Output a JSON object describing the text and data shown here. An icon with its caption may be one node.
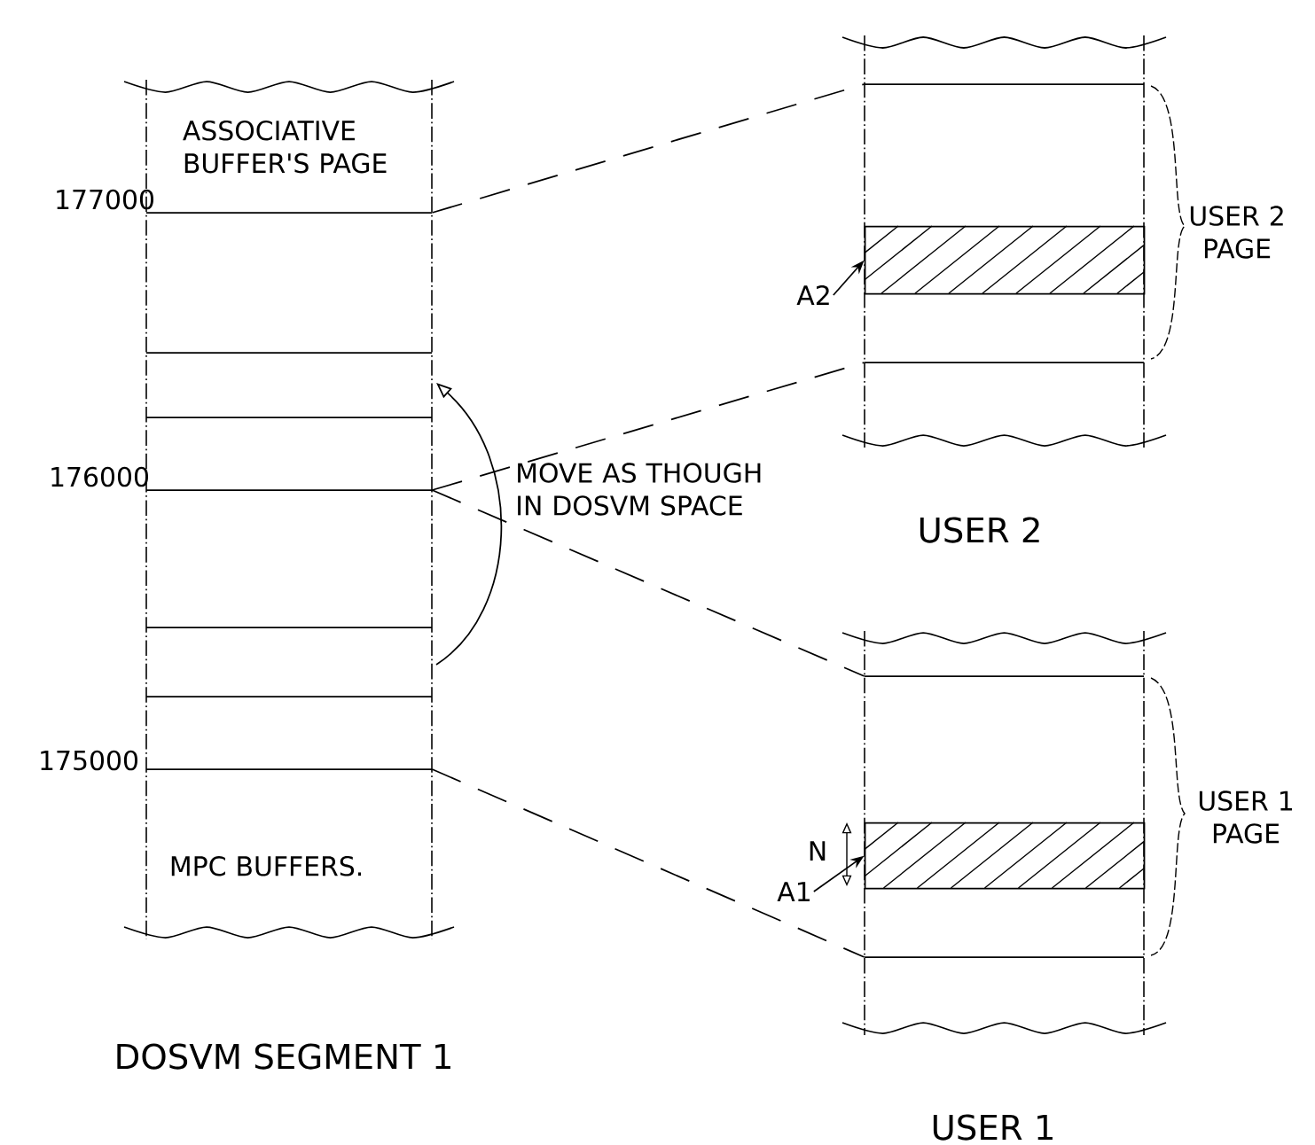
{
  "diagram": {
    "nodes": [
      {
        "text": [
          "DOSVM SEGMENT 1"
        ]
      },
      {
        "text": [
          "ASSOCIATIVE BUFFER'S PAGE"
        ],
        "in": 0
      },
      {
        "text": [
          "MPC BUFFERS."
        ],
        "in": 0
      },
      {
        "text": [
          "USER 2"
        ]
      },
      {
        "text": [],
        "shape": "bar",
        "in": 3
      },
      {
        "text": [
          "A2"
        ]
      },
      {
        "text": [
          "USER 1"
        ]
      },
      {
        "text": [],
        "shape": "bar",
        "in": 6
      },
      {
        "text": [
          "A1"
        ]
      }
    ],
    "edges": [
      {
        "from": 0,
        "to": 3,
        "arrow": "none",
        "style": "dashed"
      },
      {
        "from": 0,
        "to": 3,
        "arrow": "none",
        "style": "dashed"
      },
      {
        "from": 0,
        "to": 6,
        "arrow": "none",
        "style": "dashed"
      },
      {
        "from": 0,
        "to": 6,
        "arrow": "none",
        "style": "dashed"
      },
      {
        "from": 5,
        "to": 4,
        "arrow": "to"
      },
      {
        "from": 8,
        "to": 7,
        "arrow": "to"
      }
    ],
    "labels": [
      "177000",
      "176000",
      "175000",
      "MOVE AS THOUGH IN DOSVM SPACE",
      "USER 2 PAGE",
      "N",
      "USER 1 PAGE"
    ]
  }
}
